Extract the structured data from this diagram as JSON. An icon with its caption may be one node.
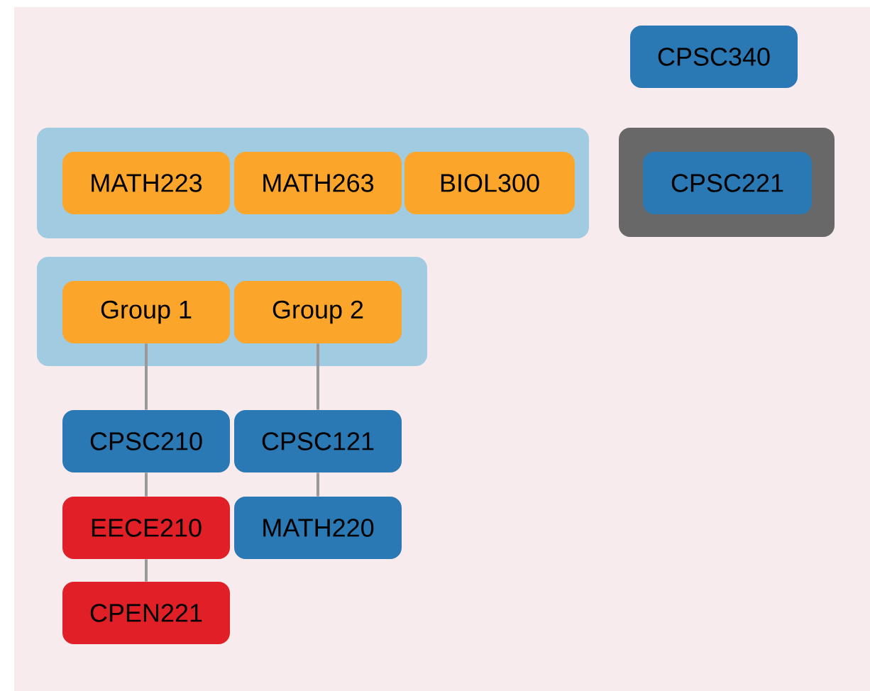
{
  "diagram": {
    "nodes": [
      {
        "text": [
          "CPSC340"
        ]
      },
      {
        "text": [],
        "shape": "box"
      },
      {
        "text": [
          "MATH223"
        ],
        "in": 1
      },
      {
        "text": [
          "MATH263"
        ],
        "in": 1
      },
      {
        "text": [
          "BIOL300"
        ],
        "in": 1
      },
      {
        "text": [],
        "shape": "box"
      },
      {
        "text": [
          "CPSC221"
        ],
        "in": 5
      },
      {
        "text": [],
        "shape": "box"
      },
      {
        "text": [
          "Group 1"
        ],
        "in": 7
      },
      {
        "text": [
          "Group 2"
        ],
        "in": 7
      },
      {
        "text": [
          "CPSC210"
        ]
      },
      {
        "text": [
          "CPSC121"
        ]
      },
      {
        "text": [
          "EECE210"
        ]
      },
      {
        "text": [
          "MATH220"
        ]
      },
      {
        "text": [
          "CPEN221"
        ]
      }
    ],
    "edges": [
      {
        "from": 8,
        "to": 10,
        "arrow": "none"
      },
      {
        "from": 9,
        "to": 11,
        "arrow": "none"
      },
      {
        "from": 10,
        "to": 12,
        "arrow": "none"
      },
      {
        "from": 11,
        "to": 13,
        "arrow": "none"
      },
      {
        "from": 12,
        "to": 14,
        "arrow": "none"
      }
    ]
  }
}
